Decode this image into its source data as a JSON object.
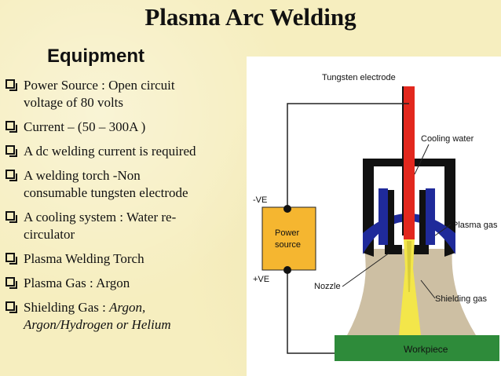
{
  "slide": {
    "title": "Plasma Arc Welding",
    "subtitle": "Equipment",
    "bullets": [
      {
        "line1": "Power  Source : Open circuit",
        "line2": "voltage of 80 volts"
      },
      {
        "line1": "Current –   (50 – 300A )"
      },
      {
        "line1": "A dc  welding current is required"
      },
      {
        "line1": "A welding   torch -Non",
        "line2": "consumable tungsten electrode"
      },
      {
        "line1": "A cooling system : Water re-",
        "line2": "circulator"
      },
      {
        "line1": "Plasma Welding Torch"
      },
      {
        "line1": "Plasma Gas : Argon"
      },
      {
        "line1": "Shielding  Gas : ",
        "italic1": "Argon,",
        "line2_italic": "Argon/Hydrogen or Helium"
      }
    ]
  },
  "diagram": {
    "labels": {
      "tungsten_electrode": "Tungsten electrode",
      "cooling_water": "Cooling water",
      "neg_terminal": "-VE",
      "pos_terminal": "+VE",
      "power_source_line1": "Power",
      "power_source_line2": "source",
      "plasma_gas": "Plasma gas",
      "nozzle": "Nozzle",
      "shielding_gas": "Shielding gas",
      "workpiece": "Workpiece"
    },
    "colors": {
      "electrode": "#e2281e",
      "torch_blue": "#1f2a9a",
      "shield_tan": "#cdbfa3",
      "arc_yellow": "#f3e64a",
      "power_box": "#f5b630",
      "workpiece_green": "#2e8b3a"
    }
  }
}
